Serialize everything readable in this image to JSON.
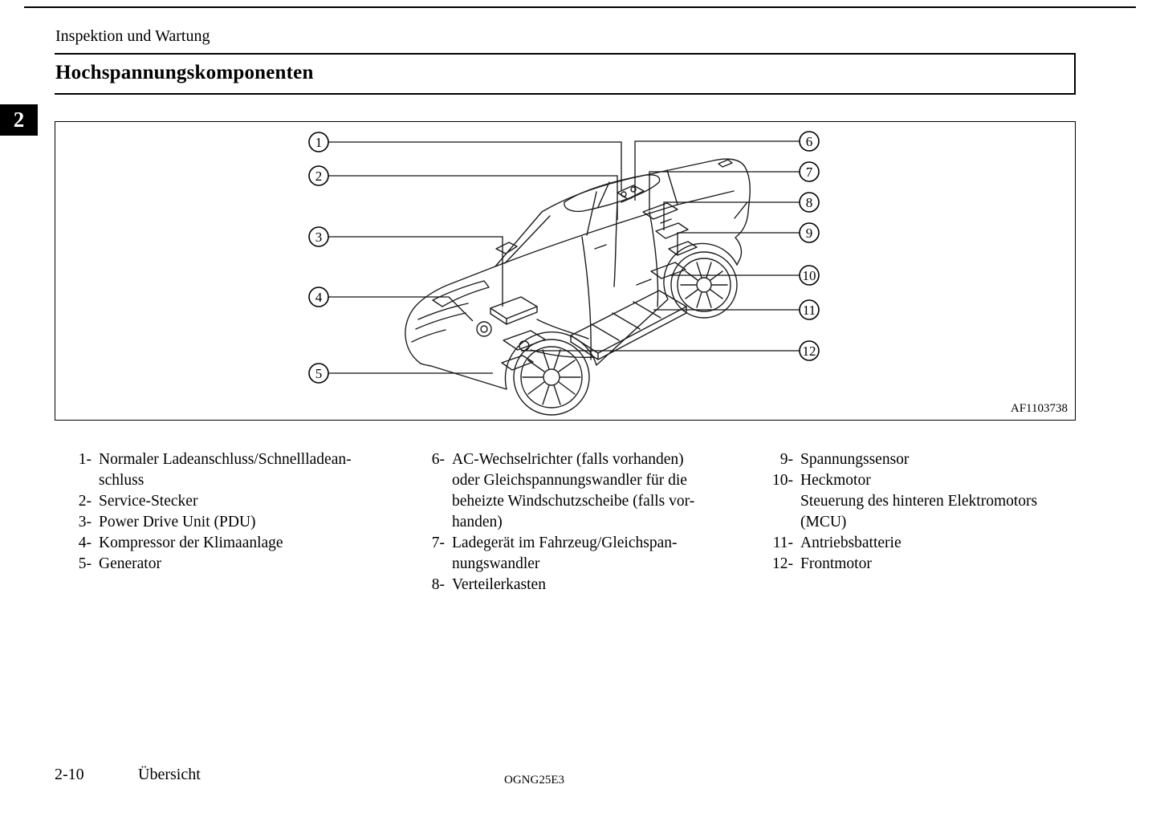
{
  "page": {
    "header": "Inspektion und Wartung",
    "section_title": "Hochspannungskomponenten",
    "chapter_tab": "2",
    "figure_code": "AF1103738"
  },
  "callouts": [
    "1",
    "2",
    "3",
    "4",
    "5",
    "6",
    "7",
    "8",
    "9",
    "10",
    "11",
    "12"
  ],
  "legend": {
    "col1": [
      {
        "num": "1-",
        "text": "Normaler Ladeanschluss/Schnellladean-\nschluss"
      },
      {
        "num": "2-",
        "text": "Service-Stecker"
      },
      {
        "num": "3-",
        "text": "Power Drive Unit (PDU)"
      },
      {
        "num": "4-",
        "text": "Kompressor der Klimaanlage"
      },
      {
        "num": "5-",
        "text": "Generator"
      }
    ],
    "col2": [
      {
        "num": "6-",
        "text": "AC-Wechselrichter (falls vorhanden)\noder Gleichspannungswandler für die\nbeheizte Windschutzscheibe (falls vor-\nhanden)"
      },
      {
        "num": "7-",
        "text": "Ladegerät im Fahrzeug/Gleichspan-\nnungswandler"
      },
      {
        "num": "8-",
        "text": "Verteilerkasten"
      }
    ],
    "col3": [
      {
        "num": "9-",
        "text": "Spannungssensor"
      },
      {
        "num": "10-",
        "text": "Heckmotor\nSteuerung des hinteren Elektromotors\n(MCU)"
      },
      {
        "num": "11-",
        "text": "Antriebsbatterie"
      },
      {
        "num": "12-",
        "text": "Frontmotor"
      }
    ]
  },
  "footer": {
    "page_number": "2-10",
    "section_label": "Übersicht",
    "doc_code": "OGNG25E3"
  }
}
